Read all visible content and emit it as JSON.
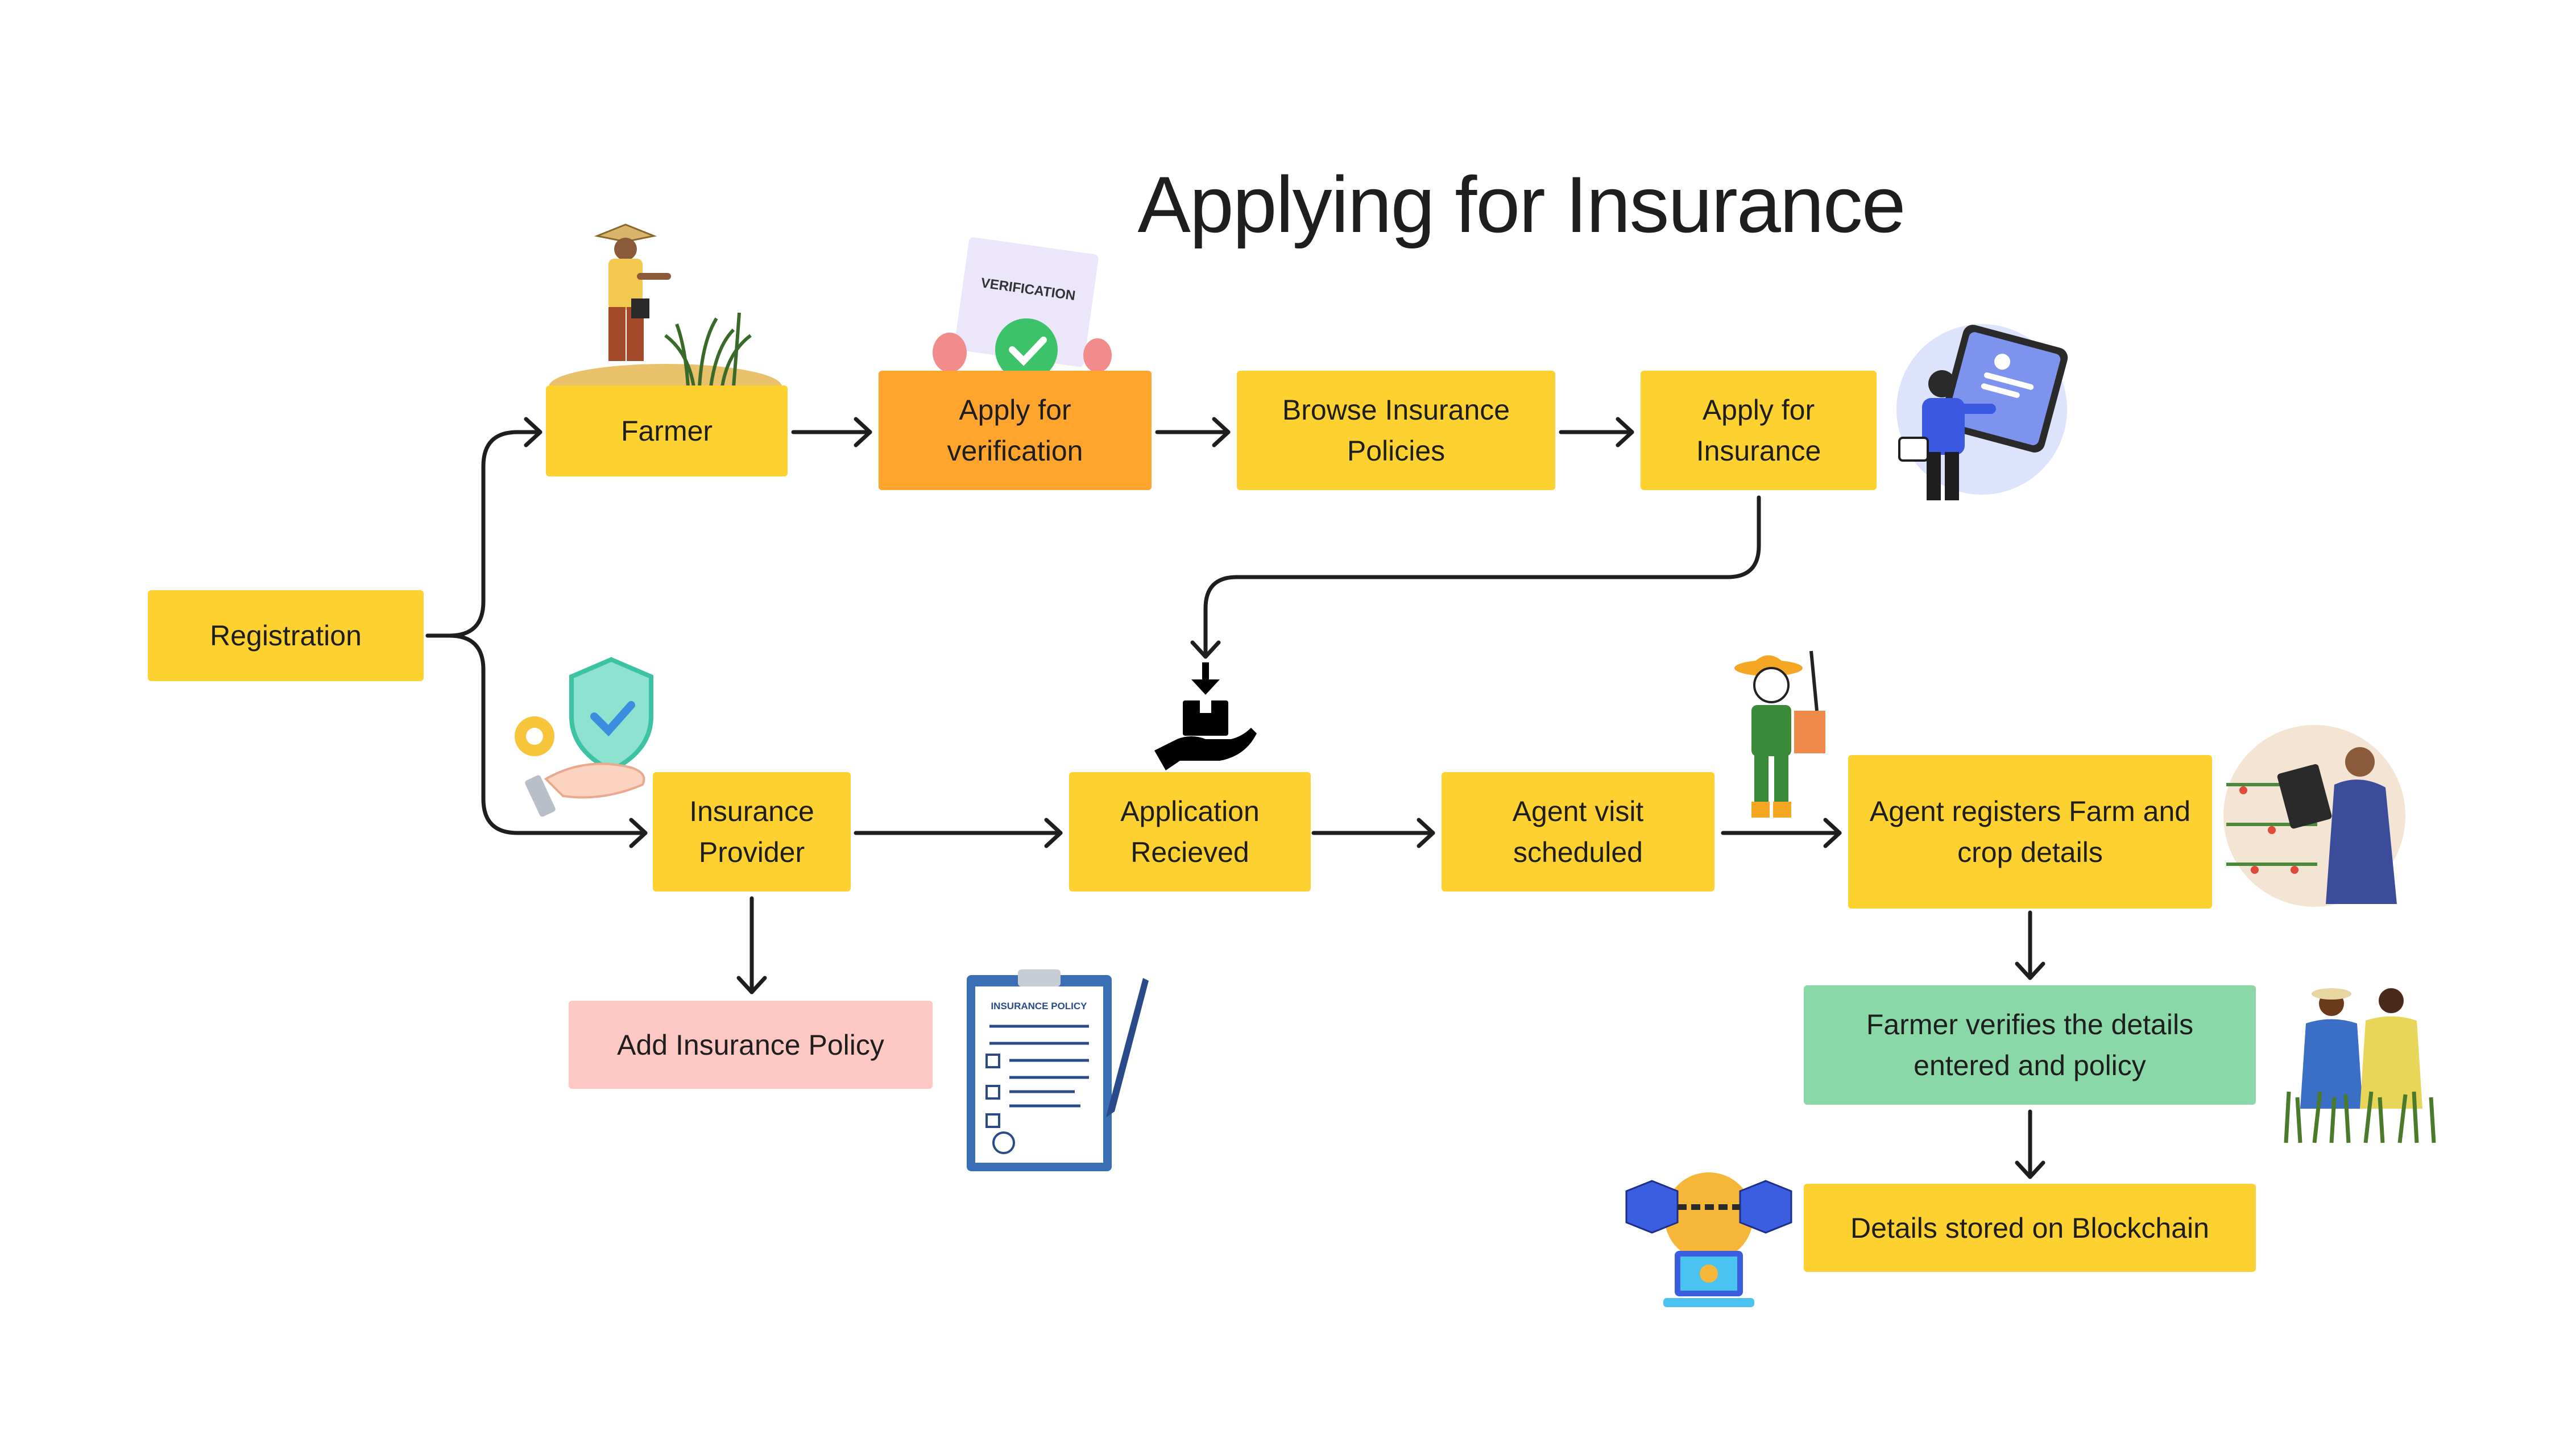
{
  "title": "Applying for Insurance",
  "nodes": {
    "registration": "Registration",
    "farmer": "Farmer",
    "apply_verification": "Apply for\nverification",
    "browse_policies": "Browse Insurance\nPolicies",
    "apply_insurance": "Apply for\nInsurance",
    "insurance_provider": "Insurance\nProvider",
    "application_received": "Application\nRecieved",
    "agent_visit": "Agent visit\nscheduled",
    "agent_registers": "Agent registers Farm and\ncrop details",
    "add_policy": "Add Insurance Policy",
    "farmer_verifies": "Farmer verifies the details\nentered and policy",
    "blockchain": "Details stored on Blockchain"
  },
  "illustrations": {
    "verification_card": "VERIFICATION",
    "policy_document": "INSURANCE POLICY"
  },
  "colors": {
    "yellow": "#fdd12f",
    "orange": "#ffa42d",
    "pink": "#fdc7c4",
    "green": "#8ad8a8",
    "arrow": "#1e1e1e"
  }
}
